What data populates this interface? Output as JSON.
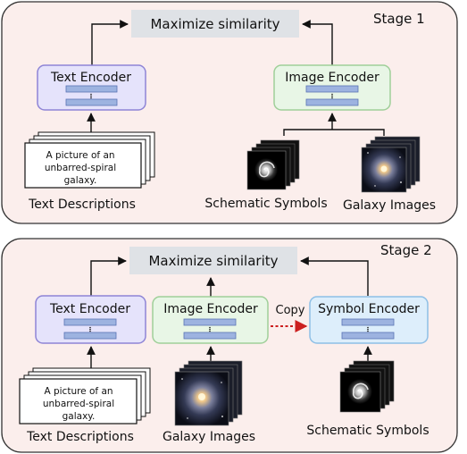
{
  "stage1": {
    "label": "Stage 1",
    "similarity": "Maximize similarity",
    "text_encoder": "Text Encoder",
    "image_encoder": "Image Encoder",
    "card_lines": [
      "A picture of an",
      "unbarred-spiral",
      "galaxy."
    ],
    "text_descriptions": "Text Descriptions",
    "schematic_symbols": "Schematic Symbols",
    "galaxy_images": "Galaxy Images"
  },
  "stage2": {
    "label": "Stage 2",
    "similarity": "Maximize similarity",
    "text_encoder": "Text Encoder",
    "image_encoder": "Image Encoder",
    "symbol_encoder": "Symbol Encoder",
    "copy": "Copy",
    "card_lines": [
      "A picture of an",
      "unbarred-spiral",
      "galaxy."
    ],
    "text_descriptions": "Text Descriptions",
    "galaxy_images": "Galaxy Images",
    "schematic_symbols": "Schematic Symbols"
  },
  "colors": {
    "panel_fill": "#fbeeec",
    "panel_stroke": "#333333",
    "similarity_fill": "#dfe2e6",
    "text_encoder_fill": "#e5e3fb",
    "text_encoder_stroke": "#8e84d6",
    "image_encoder_fill": "#e8f6e6",
    "image_encoder_stroke": "#9fcf99",
    "symbol_encoder_fill": "#ddeefb",
    "symbol_encoder_stroke": "#8dbfe6",
    "layer_bar": "#9db3e0",
    "copy_arrow": "#cc1f1f"
  }
}
